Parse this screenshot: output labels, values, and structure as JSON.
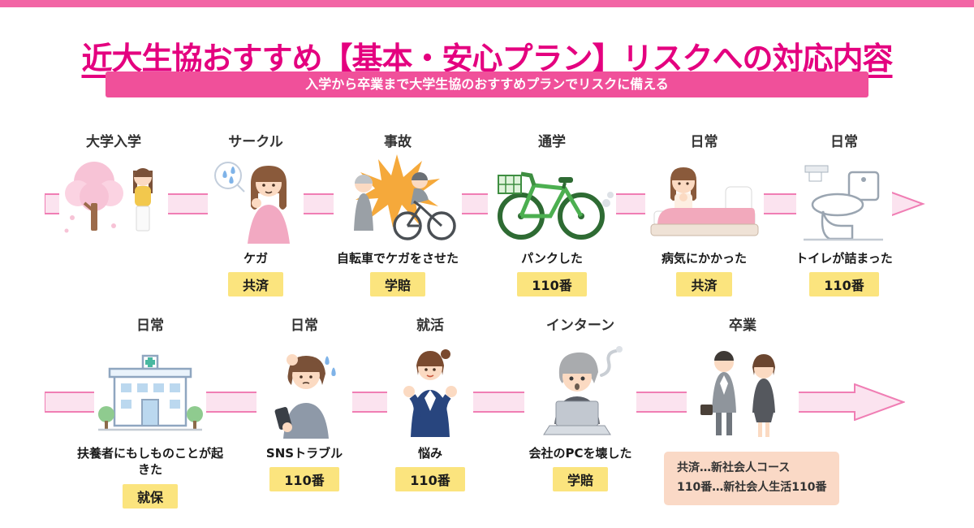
{
  "header": {
    "title": "近大生協おすすめ【基本・安心プラン】リスクへの対応内容",
    "subtitle": "入学から卒業まで大学生協のおすすめプランでリスクに備える"
  },
  "colors": {
    "accent_magenta": "#E4007F",
    "banner_pink": "#F0509A",
    "arrow_fill": "#FBE3EF",
    "arrow_stroke": "#F07EB4",
    "badge_yellow": "#FBE47E",
    "legend_peach": "#FAD9C6"
  },
  "rows": [
    {
      "items": [
        {
          "stage": "大学入学",
          "icon": "university-entrance-icon",
          "event": "",
          "badge": ""
        },
        {
          "stage": "サークル",
          "icon": "circle-injury-icon",
          "event": "ケガ",
          "badge": "共済"
        },
        {
          "stage": "事故",
          "icon": "bicycle-accident-icon",
          "event": "自転車でケガをさせた",
          "badge": "学賠"
        },
        {
          "stage": "通学",
          "icon": "commute-bicycle-icon",
          "event": "パンクした",
          "badge": "110番"
        },
        {
          "stage": "日常",
          "icon": "sick-in-bed-icon",
          "event": "病気にかかった",
          "badge": "共済"
        },
        {
          "stage": "日常",
          "icon": "clogged-toilet-icon",
          "event": "トイレが詰まった",
          "badge": "110番"
        }
      ]
    },
    {
      "items": [
        {
          "stage": "日常",
          "icon": "hospital-icon",
          "event": "扶養者にもしものことが起きた",
          "badge": "就保"
        },
        {
          "stage": "日常",
          "icon": "sns-trouble-icon",
          "event": "SNSトラブル",
          "badge": "110番"
        },
        {
          "stage": "就活",
          "icon": "job-hunting-icon",
          "event": "悩み",
          "badge": "110番"
        },
        {
          "stage": "インターン",
          "icon": "intern-laptop-icon",
          "event": "会社のPCを壊した",
          "badge": "学賠"
        },
        {
          "stage": "卒業",
          "icon": "graduation-icon",
          "event": "",
          "badge": ""
        }
      ]
    }
  ],
  "legend": {
    "line1": "共済…新社会人コース",
    "line2": "110番…新社会人生活110番"
  }
}
